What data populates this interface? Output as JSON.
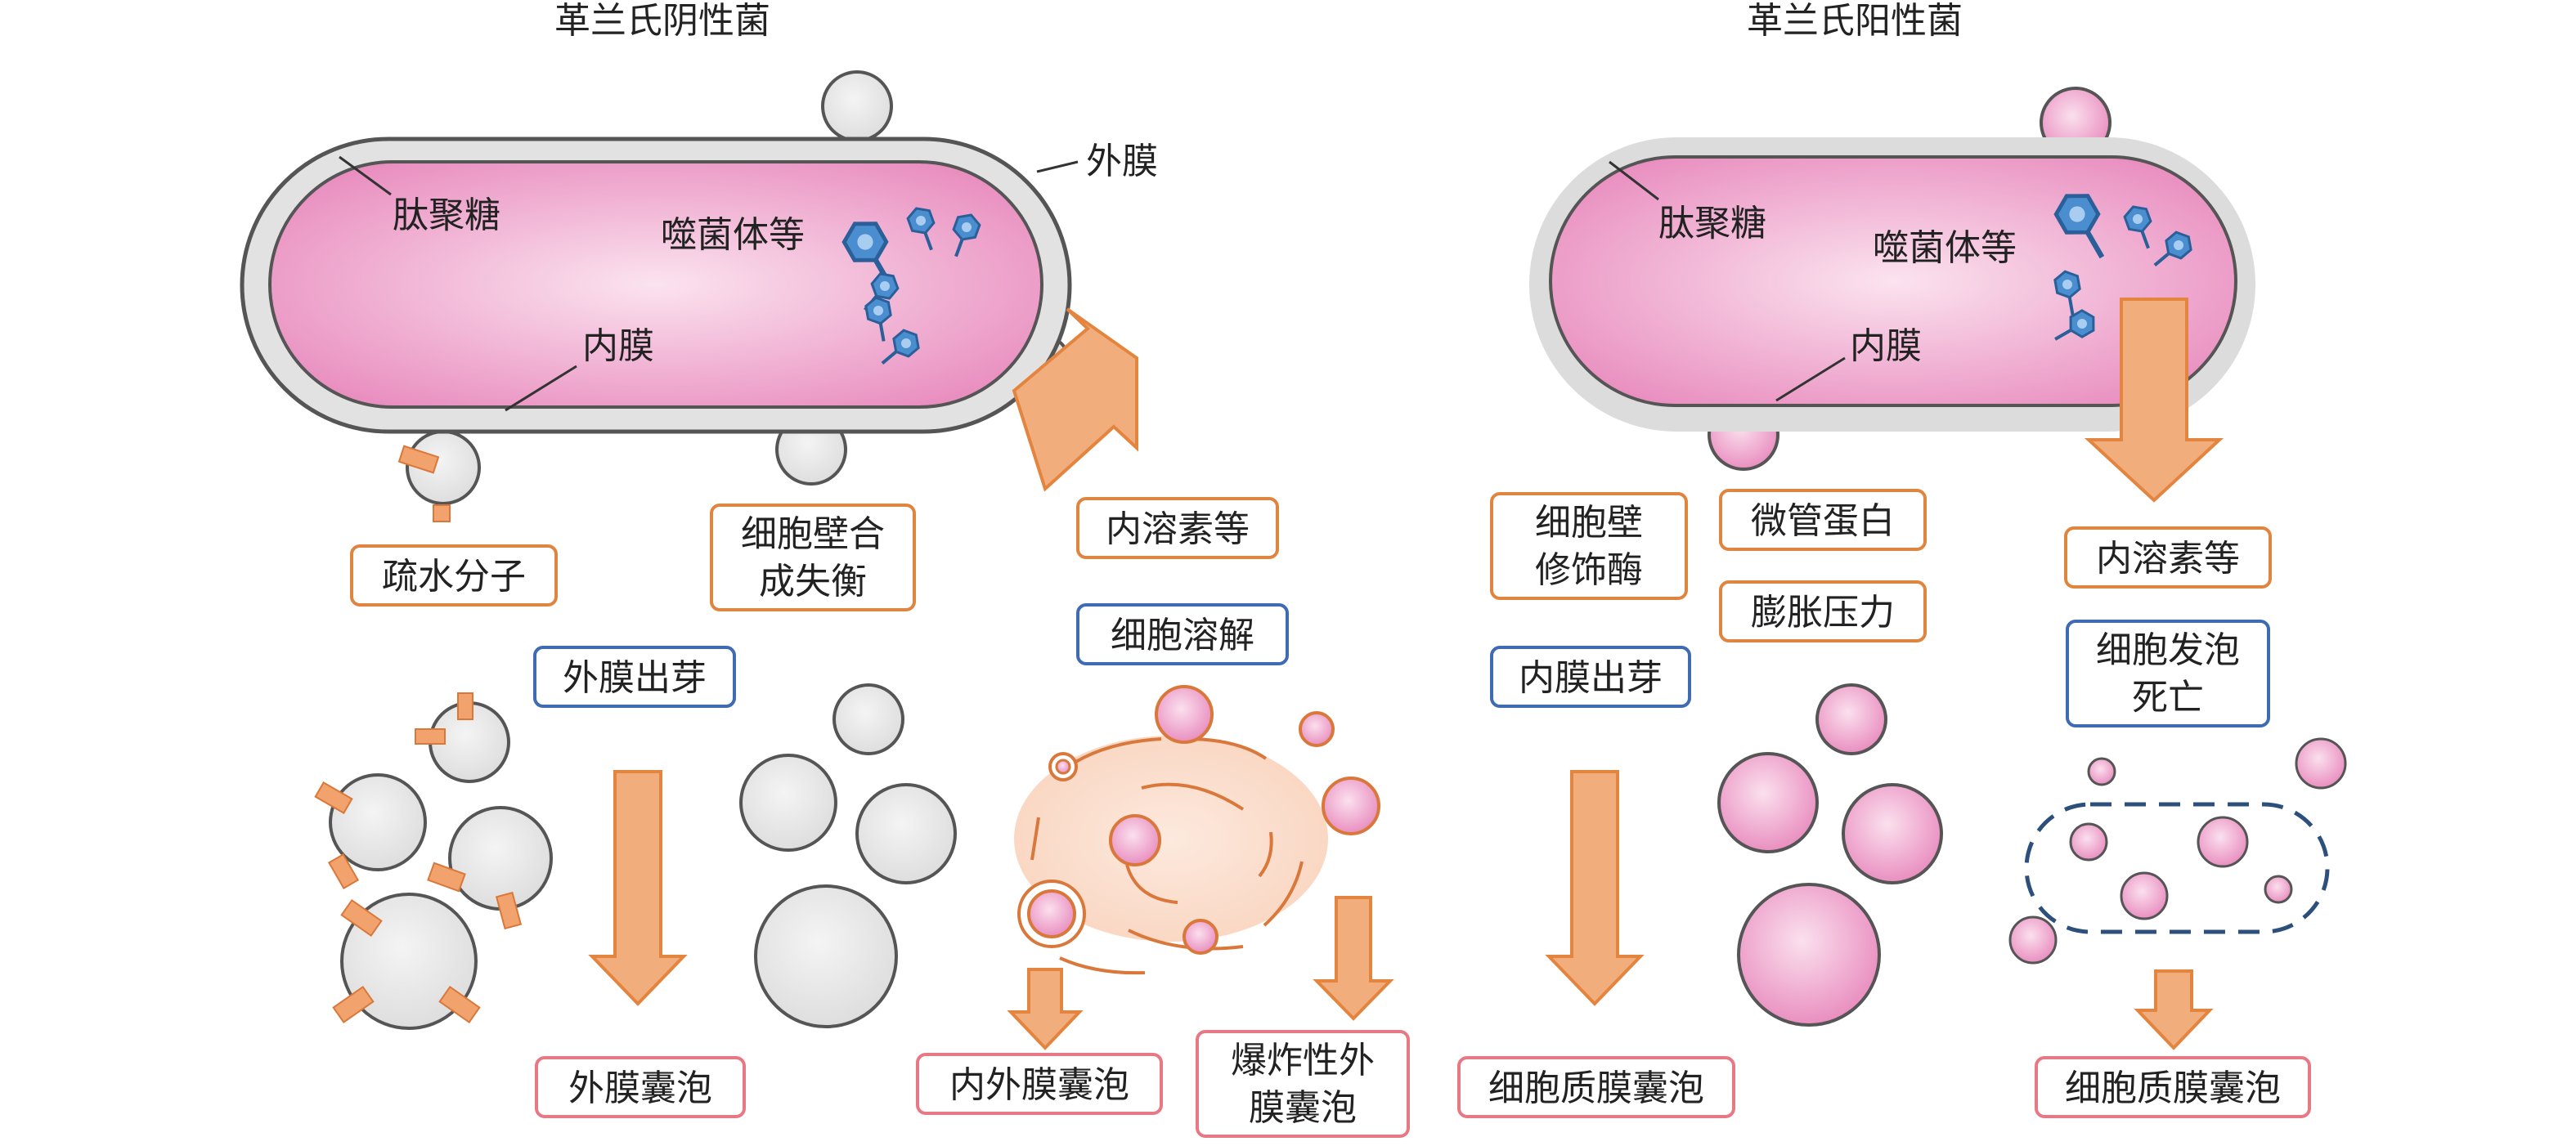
{
  "colors": {
    "pink_cell": "#e98fc0",
    "pink_vesicle": "#ef9fcd",
    "grey_membrane": "#e2e2e2",
    "orange_box": "#e0853f",
    "blue_box": "#3f6bb3",
    "red_box": "#e77985",
    "arrow_fill": "#f2ad7d",
    "arrow_stroke": "#e4853f",
    "lysis_fill": "#fbe1d3",
    "phage_blue": "#4a8ed0"
  },
  "gram_negative": {
    "title": "革兰氏阴性菌",
    "labels": {
      "peptidoglycan": "肽聚糖",
      "outer_membrane": "外膜",
      "inner_membrane": "内膜",
      "phage": "噬菌体等"
    },
    "triggers": {
      "hydrophobic": "疏水分子",
      "wall_imbalance": [
        "细胞壁合",
        "成失衡"
      ],
      "endolysin": "内溶素等"
    },
    "mechanisms": {
      "outer_blebbing": "外膜出芽",
      "cell_lysis": "细胞溶解"
    },
    "products": {
      "omv": "外膜囊泡",
      "oimv": "内外膜囊泡",
      "eomv": [
        "爆炸性外",
        "膜囊泡"
      ]
    }
  },
  "gram_positive": {
    "title": "革兰氏阳性菌",
    "labels": {
      "peptidoglycan": "肽聚糖",
      "inner_membrane": "内膜",
      "phage": "噬菌体等"
    },
    "triggers": {
      "wall_enzyme": [
        "细胞壁",
        "修饰酶"
      ],
      "microtubule": "微管蛋白",
      "turgor": "膨胀压力",
      "endolysin": "内溶素等"
    },
    "mechanisms": {
      "inner_blebbing": "内膜出芽",
      "bubbling_death": [
        "细胞发泡",
        "死亡"
      ]
    },
    "products": {
      "cmv_left": "细胞质膜囊泡",
      "cmv_right": "细胞质膜囊泡"
    }
  }
}
